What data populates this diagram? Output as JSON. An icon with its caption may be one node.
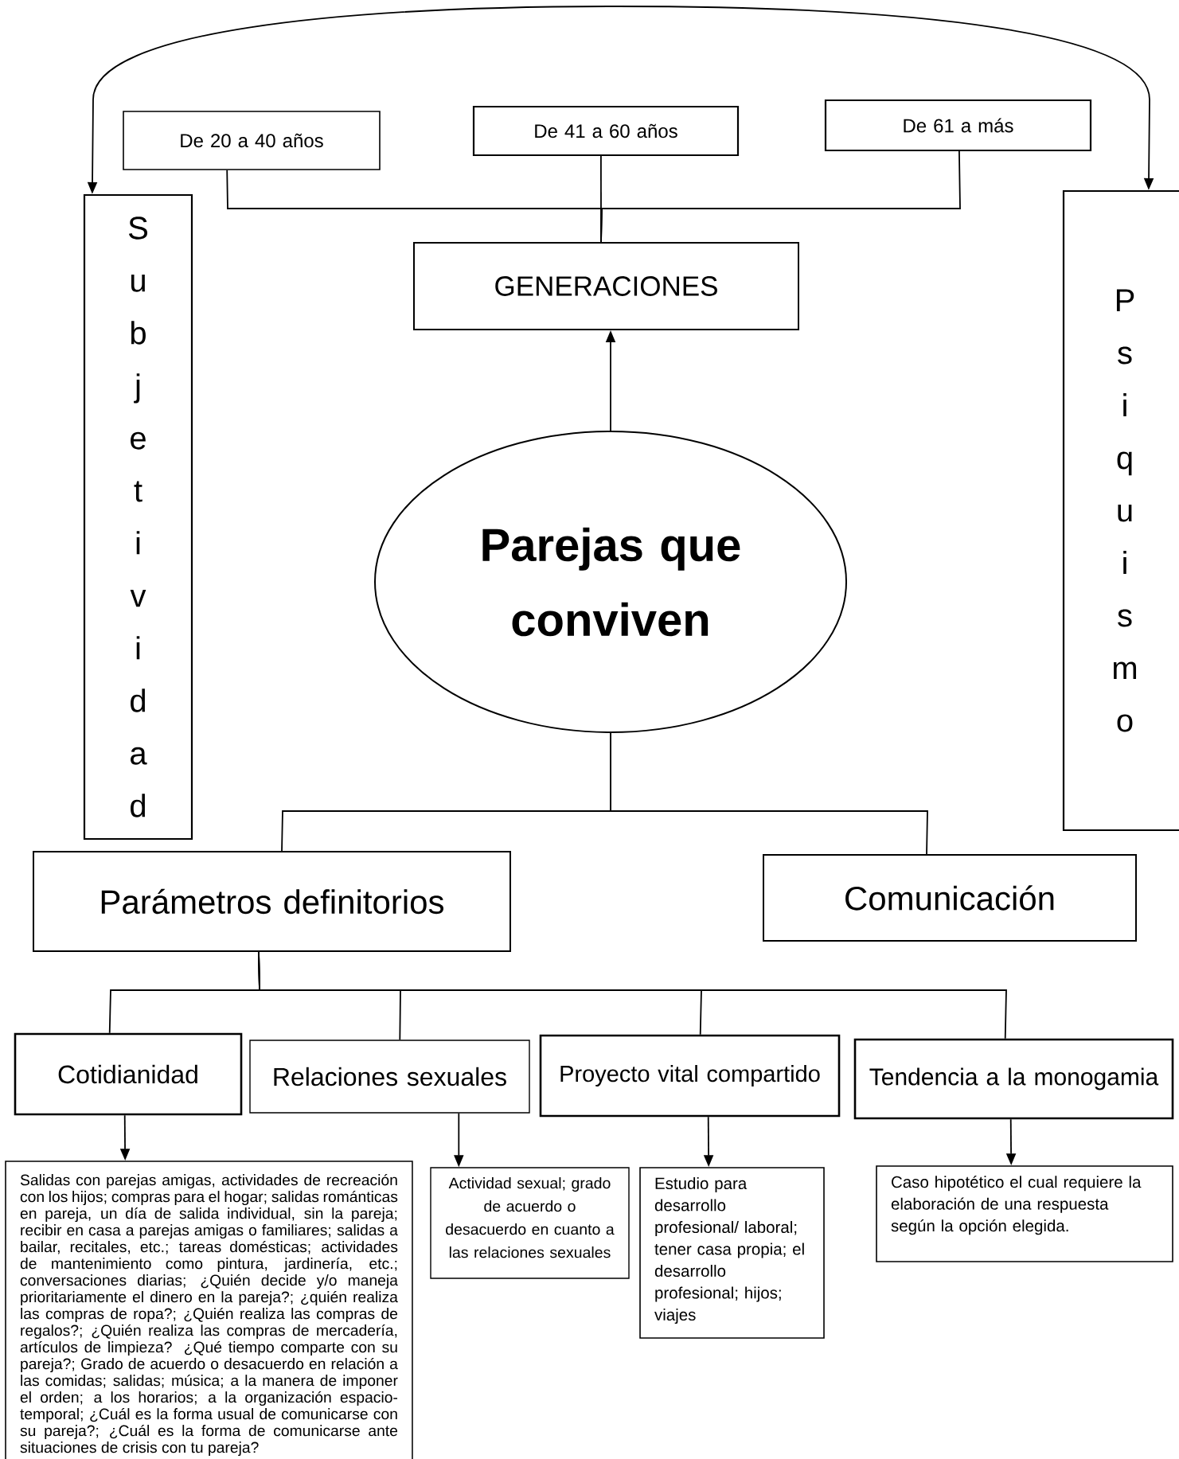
{
  "diagram": {
    "nodes": [
      {
        "text": [
          "De 20 a 40 años"
        ]
      },
      {
        "text": [
          "De 41 a 60 años"
        ]
      },
      {
        "text": [
          "De 61 a más"
        ]
      },
      {
        "text": [
          "Subjetividad"
        ]
      },
      {
        "text": [
          "GENERACIONES"
        ]
      },
      {
        "text": [
          "Psiquismo"
        ]
      },
      {
        "text": [
          "Parejas que conviven"
        ]
      },
      {
        "text": [
          "Parámetros definitorios"
        ]
      },
      {
        "text": [
          "Comunicación"
        ]
      },
      {
        "text": [
          "Cotidianidad"
        ]
      },
      {
        "text": [
          "Relaciones sexuales"
        ]
      },
      {
        "text": [
          "Proyecto vital compartido"
        ]
      },
      {
        "text": [
          "Tendencia a la monogamia"
        ]
      },
      {
        "text": [
          "Salidas con parejas amigas, actividades de recreación con los hijos; compras para el hogar; salidas románticas en pareja, un día de salida individual, sin la pareja; recibir en casa a parejas amigas o familiares; salidas a bailar, recitales, etc.; tareas domésticas; actividades de mantenimiento como pintura, jardinería, etc.; conversaciones diarias; ¿Quién decide y/o maneja prioritariamente el dinero en la pareja?; ¿quién realiza las compras de ropa?; ¿Quién realiza las compras de regalos?; ¿Quién realiza las compras de mercadería, artículos de limpieza? ¿Qué tiempo comparte con su pareja?; Grado de acuerdo o desacuerdo en relación a las comidas; salidas; música; a la manera de imponer el orden; a los horarios; a la organización espacio-temporal; ¿Cuál es la forma usual de comunicarse con su pareja?; ¿Cuál es la forma de comunicarse ante situaciones de crisis con tu pareja?"
        ]
      },
      {
        "text": [
          "Actividad sexual; grado de acuerdo o desacuerdo en cuanto a las relaciones sexuales"
        ]
      },
      {
        "text": [
          "Estudio para desarrollo profesional/ laboral; tener casa propia; el desarrollo profesional; hijos; viajes"
        ]
      },
      {
        "text": [
          "Caso hipotético el cual requiere la elaboración de una respuesta según la opción elegida."
        ]
      }
    ],
    "edges": [
      {
        "from": 0,
        "to": 4,
        "arrow": "none"
      },
      {
        "from": 1,
        "to": 4,
        "arrow": "none"
      },
      {
        "from": 2,
        "to": 4,
        "arrow": "none"
      },
      {
        "from": 6,
        "to": 4,
        "arrow": "to"
      },
      {
        "from": 3,
        "to": 5,
        "arrow": "both"
      },
      {
        "from": 6,
        "to": 7,
        "arrow": "none"
      },
      {
        "from": 6,
        "to": 8,
        "arrow": "none"
      },
      {
        "from": 7,
        "to": 9,
        "arrow": "none"
      },
      {
        "from": 7,
        "to": 10,
        "arrow": "none"
      },
      {
        "from": 7,
        "to": 11,
        "arrow": "none"
      },
      {
        "from": 7,
        "to": 12,
        "arrow": "none"
      },
      {
        "from": 9,
        "to": 13,
        "arrow": "to"
      },
      {
        "from": 10,
        "to": 14,
        "arrow": "to"
      },
      {
        "from": 11,
        "to": 15,
        "arrow": "to"
      },
      {
        "from": 12,
        "to": 16,
        "arrow": "to"
      }
    ]
  }
}
